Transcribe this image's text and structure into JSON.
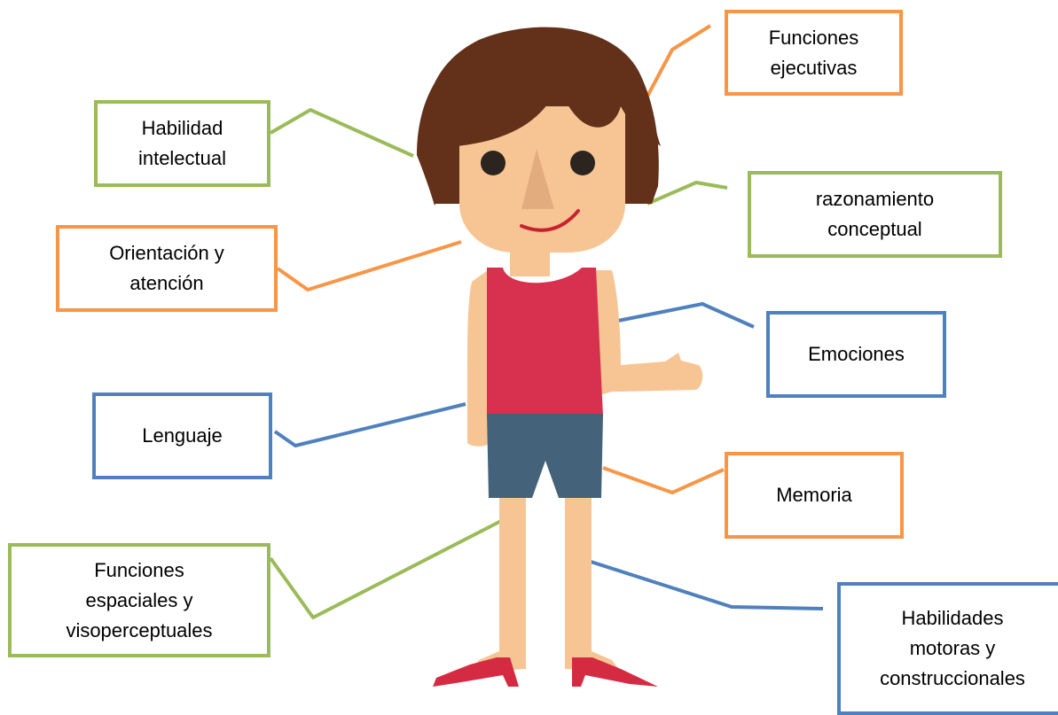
{
  "labels": {
    "funciones_ejecutivas": "Funciones\nejecutivas",
    "habilidad_intelectual": "Habilidad\nintelectual",
    "razonamiento_conceptual": "razonamiento\nconceptual",
    "orientacion_atencion": "Orientación y\natención",
    "emociones": "Emociones",
    "lenguaje": "Lenguaje",
    "memoria": "Memoria",
    "funciones_espaciales": "Funciones\nespaciales y\nvisoperceptuales",
    "habilidades_motoras": "Habilidades\nmotoras y\nconstruccionales"
  },
  "colors": {
    "orange": "#f79646",
    "green": "#9bbb59",
    "blue": "#4f81bd",
    "hair": "#63301a",
    "skin": "#f7c594",
    "skin_shadow": "#e3ac7e",
    "top": "#d7314f",
    "shorts": "#44637b",
    "shoes": "#d42b43",
    "mouth": "#c8222e",
    "eyes": "#2b241f"
  }
}
